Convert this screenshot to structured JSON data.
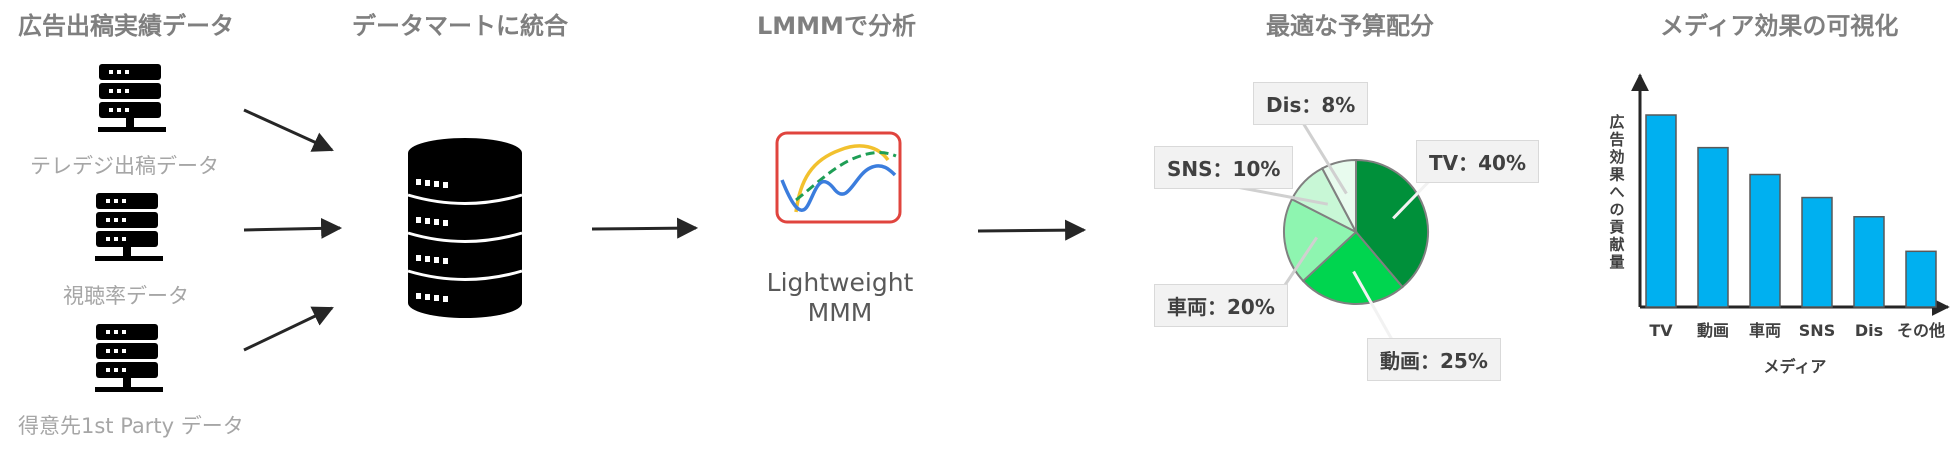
{
  "titles": {
    "ad_data": "広告出稿実績データ",
    "datamart": "データマートに統合",
    "lmmm": "LMMMで分析",
    "budget": "最適な予算配分",
    "media_effect": "メディア効果の可視化"
  },
  "sources": [
    {
      "label": "テレデジ出稿データ",
      "icon": "server-icon"
    },
    {
      "label": "視聴率データ",
      "icon": "server-icon"
    },
    {
      "label": "得意先1st Party データ",
      "icon": "server-icon"
    }
  ],
  "datamart_icon": "database-icon",
  "lightweight": {
    "line1": "Lightweight",
    "line2": "MMM"
  },
  "pie": {
    "labels": {
      "tv": "TV：40%",
      "douga": "動画：25%",
      "sharyo": "車両：20%",
      "sns": "SNS：10%",
      "dis": "Dis：8%"
    }
  },
  "chart_data": [
    {
      "type": "pie",
      "categories": [
        "TV",
        "動画",
        "車両",
        "SNS",
        "Dis"
      ],
      "values": [
        40,
        25,
        20,
        10,
        8
      ],
      "colors": [
        "#00903a",
        "#00d54f",
        "#8ef5b0",
        "#c8f7d6",
        "#e8fbee"
      ]
    },
    {
      "type": "bar",
      "categories": [
        "TV",
        "動画",
        "車両",
        "SNS",
        "Dis",
        "その他"
      ],
      "values": [
        100,
        83,
        69,
        57,
        47,
        29
      ],
      "xlabel": "メディア",
      "ylabel": "広告効果への貢献量",
      "bar_color": "#00b0f0",
      "grid": false
    }
  ]
}
